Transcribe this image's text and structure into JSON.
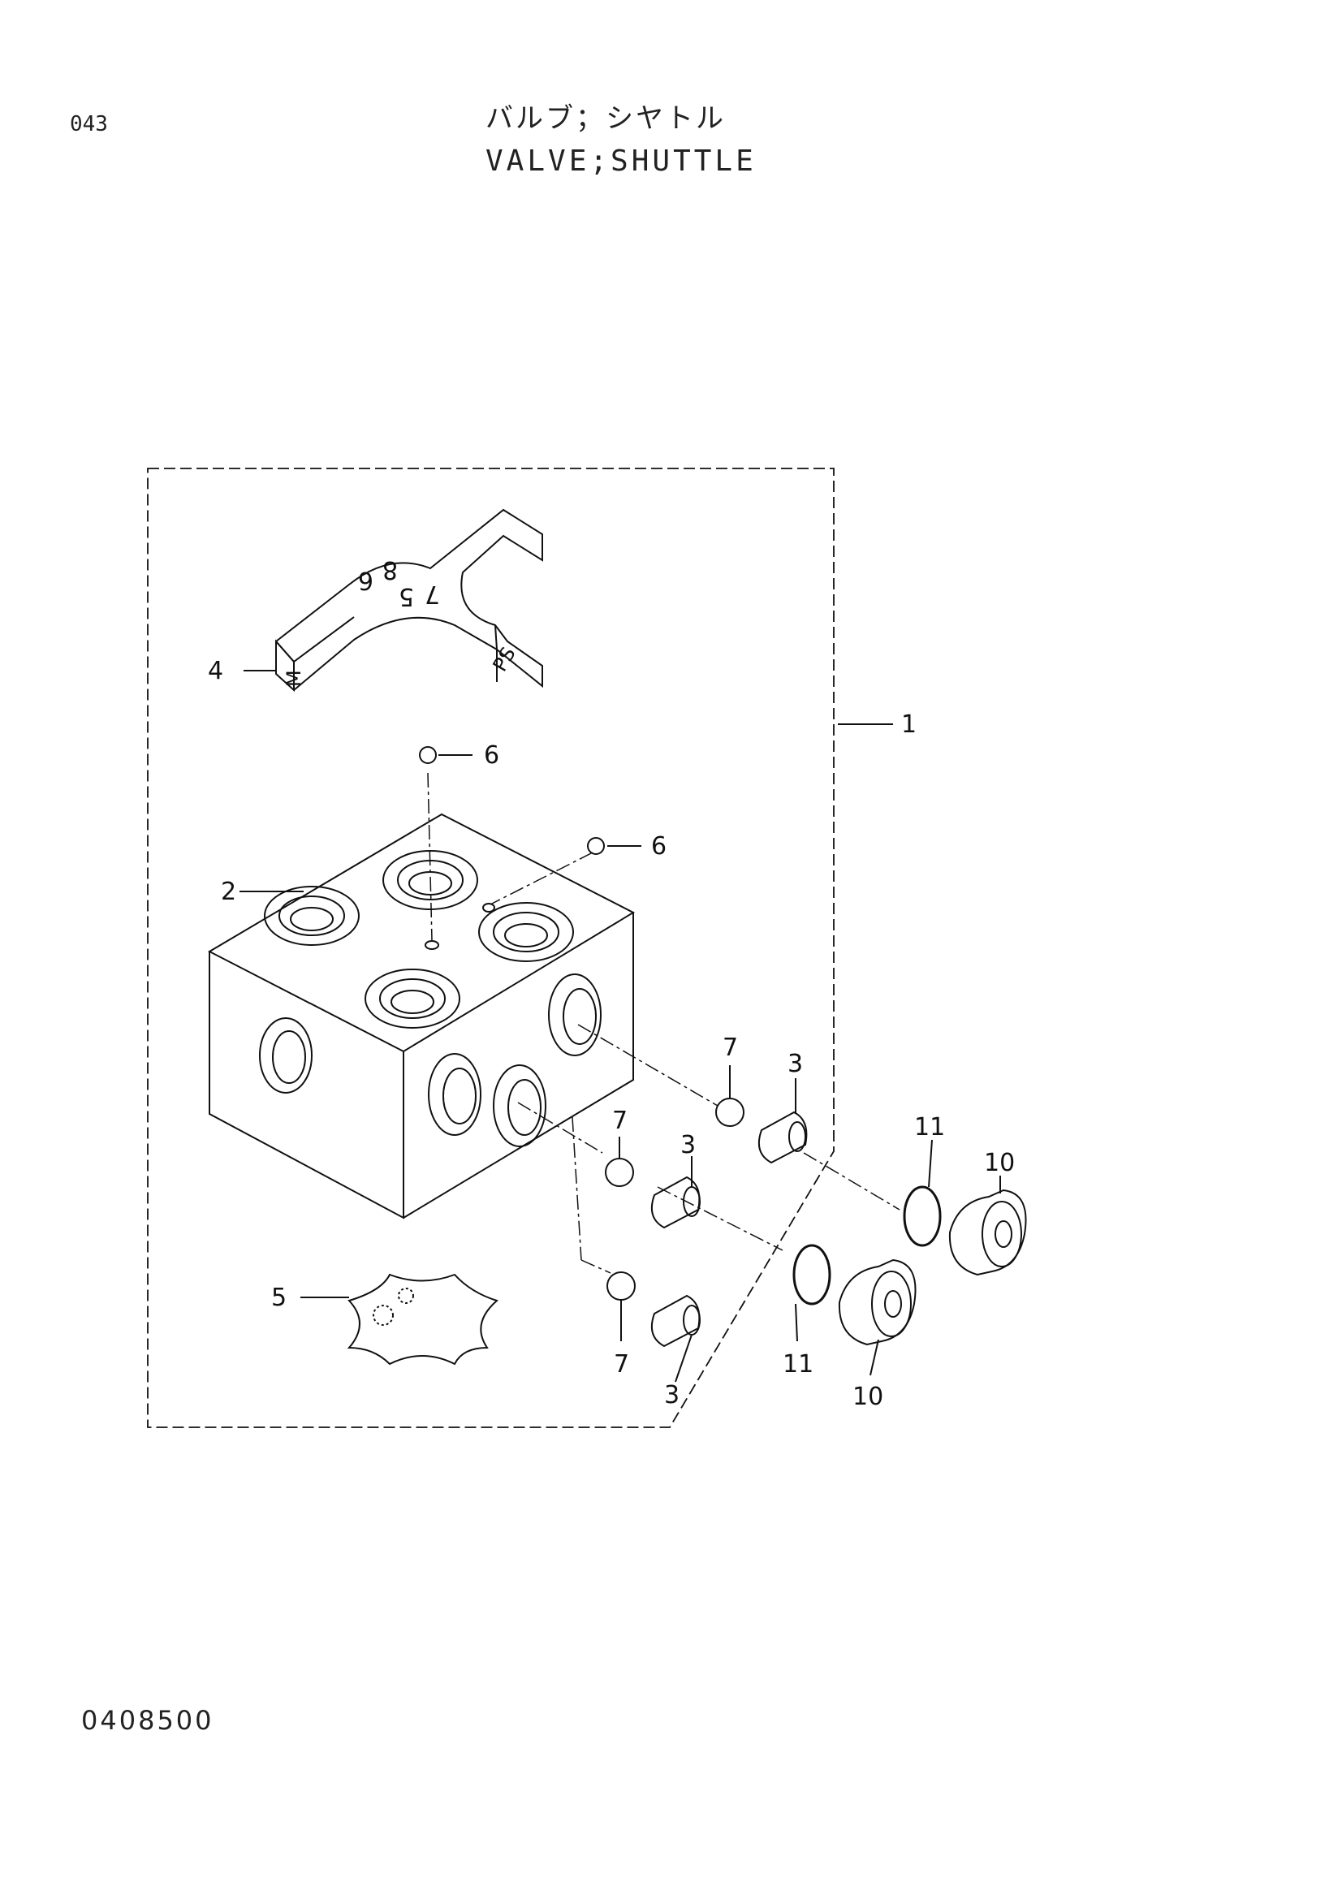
{
  "header": {
    "page_number": "043",
    "title_jp": "バルブ；シヤトル",
    "title_en": "VALVE;SHUTTLE"
  },
  "footer": {
    "reference_code": "0408500"
  },
  "callouts": {
    "c1": "1",
    "c2": "2",
    "c3a": "3",
    "c3b": "3",
    "c3c": "3",
    "c4": "4",
    "c5": "5",
    "c6a": "6",
    "c6b": "6",
    "c7a": "7",
    "c7b": "7",
    "c7c": "7",
    "c10a": "10",
    "c10b": "10",
    "c11a": "11",
    "c11b": "11"
  },
  "plate_labels": {
    "n5": "5",
    "n6": "6",
    "n7": "7",
    "n8": "8",
    "m": "M",
    "ps": "PS"
  },
  "colors": {
    "line": "#111111",
    "background": "#ffffff"
  }
}
